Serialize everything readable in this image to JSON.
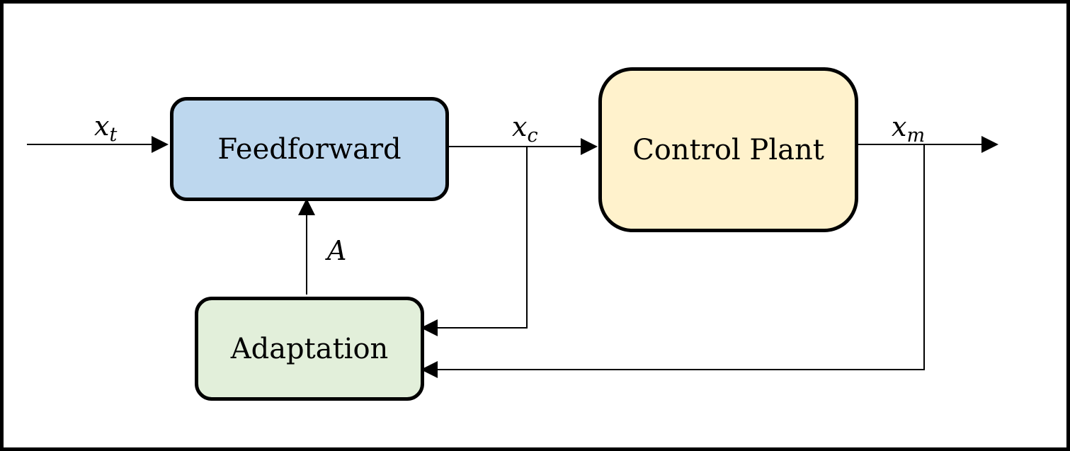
{
  "blocks": {
    "feedforward": {
      "label": "Feedforward",
      "fill": "#bdd7ee"
    },
    "plant": {
      "label": "Control Plant",
      "fill": "#fff2cc"
    },
    "adaptation": {
      "label": "Adaptation",
      "fill": "#e2efda"
    }
  },
  "signals": {
    "xt": {
      "base": "x",
      "sub": "t"
    },
    "xc": {
      "base": "x",
      "sub": "c"
    },
    "xm": {
      "base": "x",
      "sub": "m"
    },
    "a": {
      "base": "A"
    }
  },
  "colors": {
    "stroke": "#000000",
    "background": "#ffffff"
  }
}
